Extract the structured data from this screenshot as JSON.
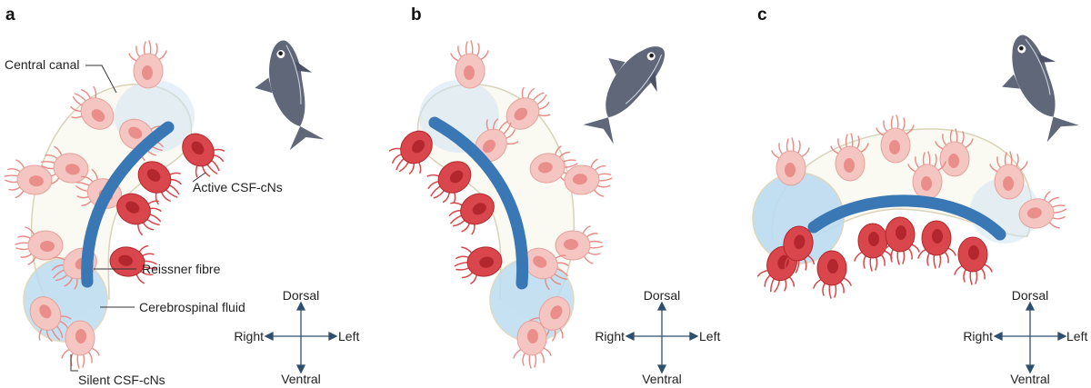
{
  "panels": [
    {
      "letter": "a"
    },
    {
      "letter": "b"
    },
    {
      "letter": "c"
    }
  ],
  "annotations": {
    "central_canal": "Central canal",
    "active_csf": "Active CSF-cNs",
    "reissner_fibre": "Reissner fibre",
    "cerebrospinal_fluid": "Cerebrospinal fluid",
    "silent_csf": "Silent CSF-cNs"
  },
  "axes": {
    "dorsal": "Dorsal",
    "ventral": "Ventral",
    "right": "Right",
    "left": "Left"
  },
  "colors": {
    "active": "#d9474c",
    "active_dark": "#b3262d",
    "silent": "#f2b5b0",
    "silent_dark": "#e88a86",
    "fibre": "#3f7fbf",
    "fluid": "#bcdcf0",
    "canal_outline": "#d9d3b8",
    "fish": "#5f6779",
    "fish_belly": "#e9ecf2",
    "axis": "#2f4f6f"
  },
  "icons": [
    "fish-icon",
    "neuron-icon",
    "axis-arrows-icon"
  ]
}
